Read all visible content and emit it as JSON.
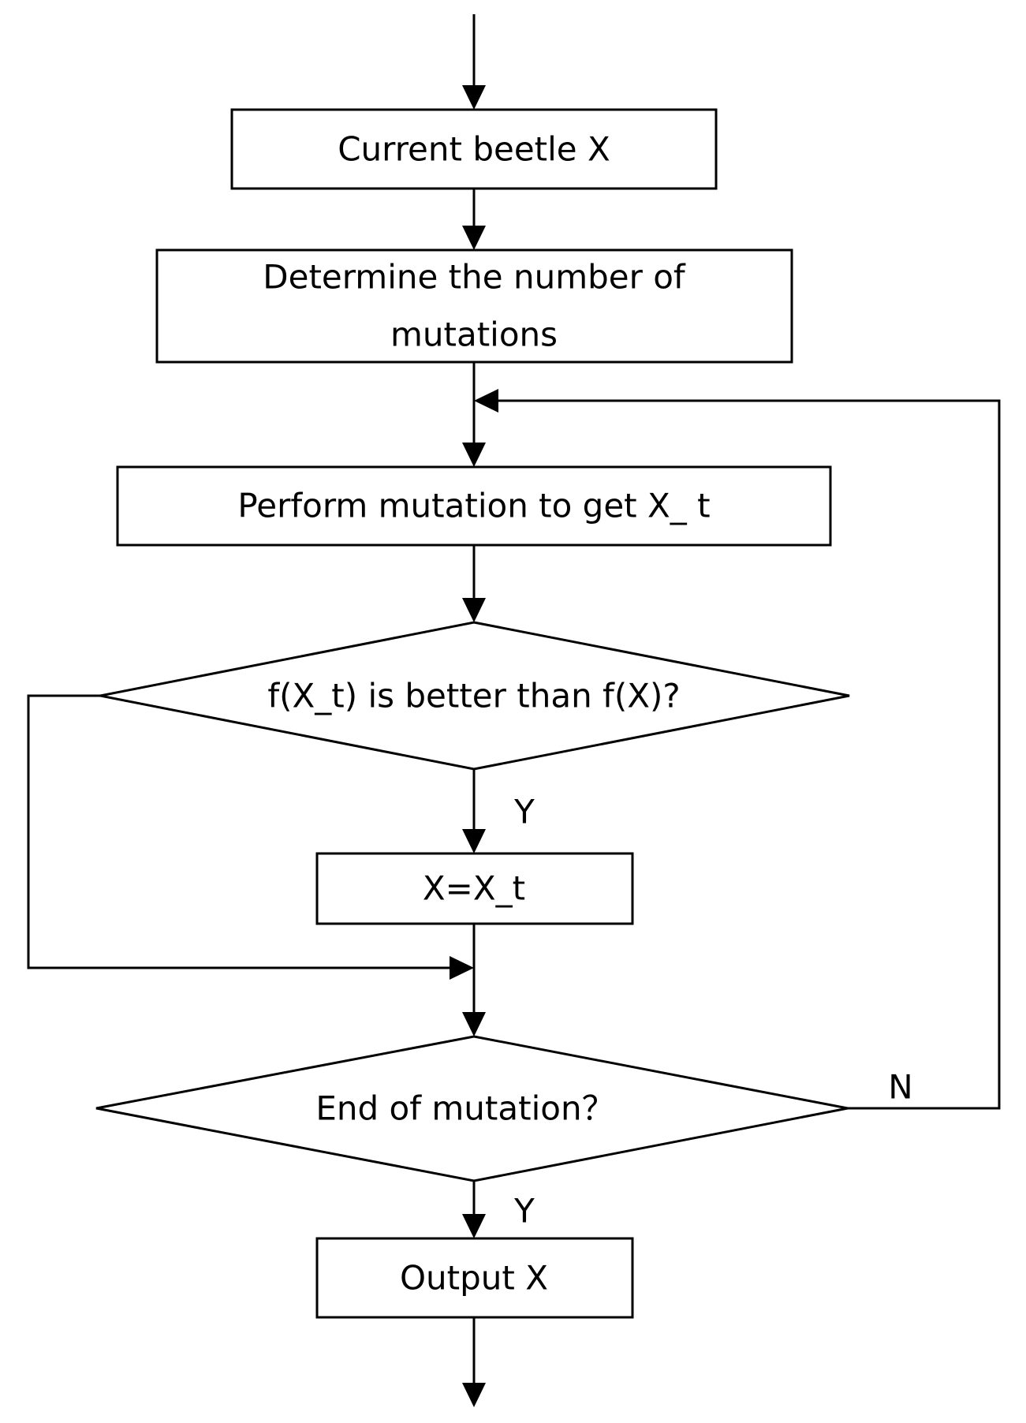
{
  "flowchart": {
    "nodes": {
      "current_beetle": "Current beetle X",
      "determine_mutations_line1": "Determine the number of",
      "determine_mutations_line2": "mutations",
      "perform_mutation": "Perform mutation to get X_ t",
      "better_decision": "f(X_t) is better than f(X)?",
      "assign_x": "X=X_t",
      "end_decision": "End of mutation？",
      "output": "Output X"
    },
    "branch_labels": {
      "better_yes": "Y",
      "end_yes": "Y",
      "end_no": "N"
    }
  }
}
